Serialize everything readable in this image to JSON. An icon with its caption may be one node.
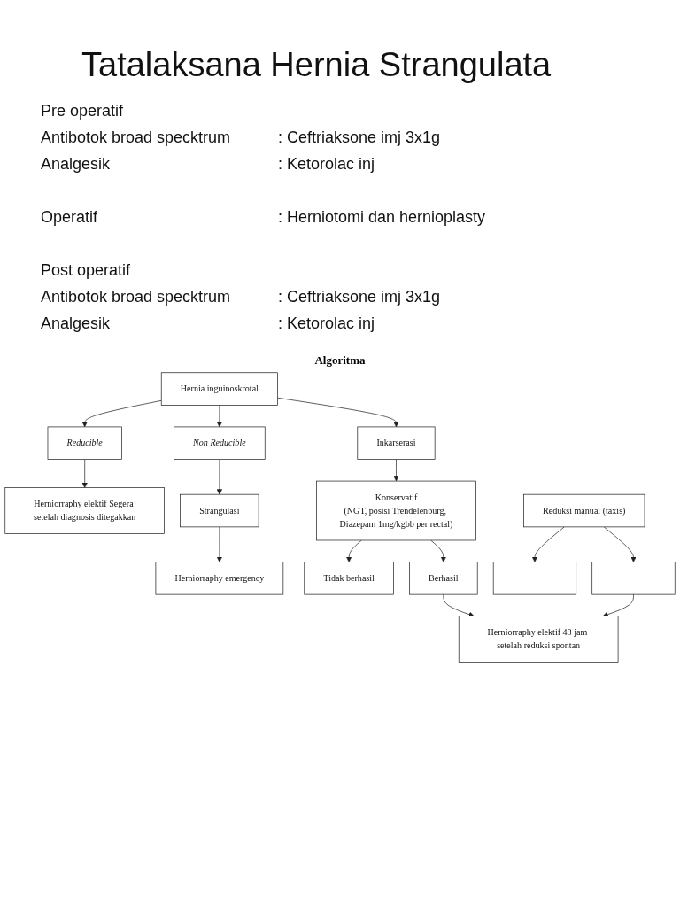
{
  "diagram": {
    "title": "Tatalaksana Hernia Strangulata",
    "nodes": [
      {
        "text": [
          "Hernia inguinoskrotal"
        ]
      },
      {
        "text": [
          "Reducible"
        ]
      },
      {
        "text": [
          "Inkarserasi"
        ]
      },
      {
        "text": [
          "Non Reducible"
        ]
      },
      {
        "text": [
          "Herniorraphy elektif Segera setelah diagnosis ditegakkan"
        ]
      },
      {
        "text": [
          "Strangulasi"
        ]
      },
      {
        "text": [
          "Konservatif",
          "(NGT, posisi Trendelenburg, Diazepam 1mg/kgbb per rectal)"
        ]
      },
      {
        "text": [
          "Herniorraphy emergency"
        ]
      },
      {
        "text": [
          "Tidak berhasil"
        ]
      },
      {
        "text": [
          "Berhasil"
        ]
      },
      {
        "text": [
          "Reduksi manual (taxis)"
        ]
      },
      {
        "text": [
          "Herniorraphy elektif 48 jam setelah reduksi spontan"
        ]
      },
      {
        "text": [],
        "shape": "box"
      },
      {
        "text": [],
        "shape": "box"
      }
    ],
    "edges": [
      {
        "from": 0,
        "to": 1,
        "arrow": "to"
      },
      {
        "from": 0,
        "to": 2,
        "arrow": "to"
      },
      {
        "from": 0,
        "to": 3,
        "arrow": "to"
      },
      {
        "from": 1,
        "to": 4,
        "arrow": "to"
      },
      {
        "from": 2,
        "to": 6,
        "arrow": "to"
      },
      {
        "from": 3,
        "to": 5,
        "arrow": "to"
      },
      {
        "from": 5,
        "to": 7,
        "arrow": "to"
      },
      {
        "from": 6,
        "to": 8,
        "arrow": "to"
      },
      {
        "from": 6,
        "to": 9,
        "arrow": "to"
      },
      {
        "from": 9,
        "to": 11,
        "arrow": "to"
      },
      {
        "from": 10,
        "to": 12,
        "arrow": "to"
      },
      {
        "from": 10,
        "to": 13,
        "arrow": "to"
      },
      {
        "from": 13,
        "to": 11,
        "arrow": "to"
      }
    ],
    "labels": [
      "Pre operatif",
      "Antibotok broad specktrum",
      ": Ceftriaksone imj 3x1g",
      "Analgesik",
      ": Ketorolac inj",
      "Operatif",
      ": Herniotomi dan hernioplasty",
      "Post operatif",
      "Antibotok broad specktrum",
      ": Ceftriaksone imj 3x1g",
      "Analgesik",
      ": Ketorolac inj",
      "Algoritma"
    ]
  }
}
